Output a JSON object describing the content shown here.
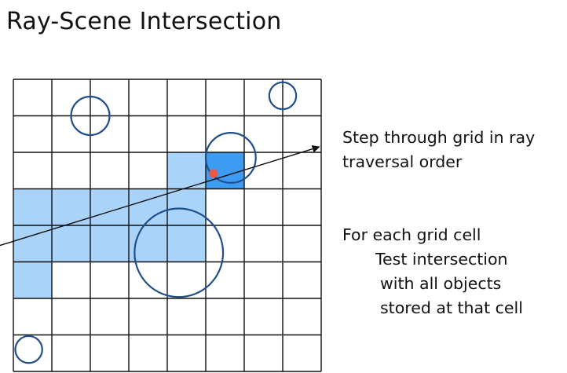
{
  "title": "Ray-Scene Intersection",
  "notes": {
    "step": [
      "Step through grid in ray",
      "traversal order"
    ],
    "for_each": {
      "heading": "For each grid cell",
      "lines": [
        "Test intersection",
        "with all objects",
        "stored at that cell"
      ]
    }
  },
  "colors": {
    "grid_line": "#111111",
    "traversed_cell": "#aad3fa",
    "hit_cell": "#3d9bf2",
    "circle": "#1f4e8a",
    "ray": "#111111",
    "hit_point": "#ea5a45"
  },
  "grid": {
    "cols": 8,
    "rows": 8
  },
  "traversed_cells": [
    {
      "col": 4,
      "row": 2
    },
    {
      "col": 5,
      "row": 2
    },
    {
      "col": 0,
      "row": 3
    },
    {
      "col": 1,
      "row": 3
    },
    {
      "col": 2,
      "row": 3
    },
    {
      "col": 3,
      "row": 3
    },
    {
      "col": 4,
      "row": 3
    },
    {
      "col": 0,
      "row": 4
    },
    {
      "col": 1,
      "row": 4
    },
    {
      "col": 2,
      "row": 4
    },
    {
      "col": 3,
      "row": 4
    },
    {
      "col": 4,
      "row": 4
    },
    {
      "col": 0,
      "row": 5
    }
  ],
  "hit_cell": {
    "col": 5,
    "row": 2
  },
  "circles": [
    {
      "cx": 2.0,
      "cy": 1.0,
      "r": 0.5
    },
    {
      "cx": 7.0,
      "cy": 0.45,
      "r": 0.35
    },
    {
      "cx": 5.65,
      "cy": 2.15,
      "r": 0.65
    },
    {
      "cx": 4.3,
      "cy": 4.75,
      "r": 1.15
    },
    {
      "cx": 0.4,
      "cy": 7.4,
      "r": 0.35
    }
  ],
  "ray": {
    "x0": -0.35,
    "y0": 4.55,
    "x1": 7.95,
    "y1": 1.85
  },
  "hit_point": {
    "x": 5.2,
    "y": 2.58
  }
}
